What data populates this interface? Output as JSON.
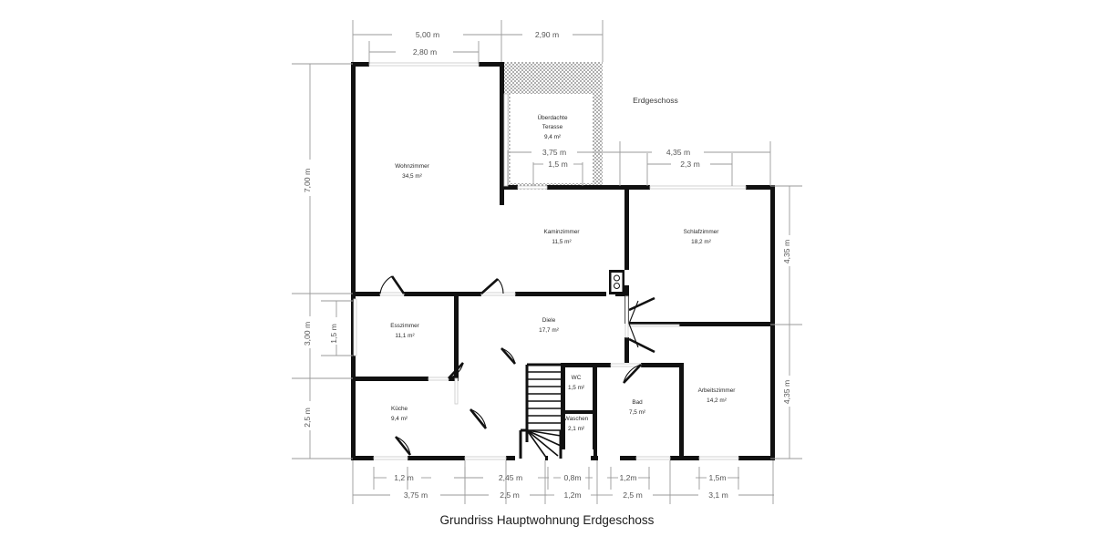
{
  "title": "Grundriss Hauptwohnung Erdgeschoss",
  "floor_label": "Erdgeschoss",
  "colors": {
    "wall": "#111111",
    "dimension_line": "#9a9a9a",
    "text": "#2a2a2a",
    "background": "#ffffff",
    "hatch": "#6e6e6e"
  },
  "rooms": [
    {
      "id": "wohnzimmer",
      "name": "Wohnzimmer",
      "area": "34,5  m²"
    },
    {
      "id": "terrasse",
      "name": "Überdachte Terasse",
      "area": "9,4  m²",
      "name_line1": "Überdachte",
      "name_line2": "Terasse"
    },
    {
      "id": "kaminzimmer",
      "name": "Kaminzimmer",
      "area": "11,5  m²"
    },
    {
      "id": "schlafzimmer",
      "name": "Schlafzimmer",
      "area": "18,2  m²"
    },
    {
      "id": "esszimmer",
      "name": "Esszimmer",
      "area": "11,1  m²"
    },
    {
      "id": "diele",
      "name": "Diele",
      "area": "17,7  m²"
    },
    {
      "id": "kueche",
      "name": "Küche",
      "area": "9,4  m²"
    },
    {
      "id": "wc",
      "name": "WC",
      "area": "1,5  m²"
    },
    {
      "id": "waschen",
      "name": "Waschen",
      "area": "2,1  m²"
    },
    {
      "id": "bad",
      "name": "Bad",
      "area": "7,5  m²"
    },
    {
      "id": "arbeitszimmer",
      "name": "Arbeitszimmer",
      "area": "14,2  m²"
    }
  ],
  "dimensions": {
    "top_outer": [
      {
        "id": "top-5-00",
        "label": "5,00 m"
      },
      {
        "id": "top-2-90",
        "label": "2,90 m"
      }
    ],
    "top_inner": [
      {
        "id": "top-2-80",
        "label": "2,80 m"
      }
    ],
    "mid_upper": [
      {
        "id": "mid-3-75",
        "label": "3,75 m"
      },
      {
        "id": "mid-4-35",
        "label": "4,35 m"
      }
    ],
    "mid_lower": [
      {
        "id": "mid-1-5",
        "label": "1,5 m"
      },
      {
        "id": "mid-2-3",
        "label": "2,3 m"
      }
    ],
    "left": [
      {
        "id": "left-7-00",
        "label": "7,00  m"
      },
      {
        "id": "left-3-00",
        "label": "3,00  m"
      },
      {
        "id": "left-1-5",
        "label": "1,5 m"
      },
      {
        "id": "left-2-5",
        "label": "2,5 m"
      }
    ],
    "right": [
      {
        "id": "right-4-35-top",
        "label": "4,35 m"
      },
      {
        "id": "right-4-35-bottom",
        "label": "4,35 m"
      }
    ],
    "bottom_inner": [
      {
        "id": "bot-1-2a",
        "label": "1,2 m"
      },
      {
        "id": "bot-2-45",
        "label": "2,45 m"
      },
      {
        "id": "bot-0-8",
        "label": "0,8m"
      },
      {
        "id": "bot-1-2b",
        "label": "1,2m"
      },
      {
        "id": "bot-1-5",
        "label": "1,5m"
      }
    ],
    "bottom_outer": [
      {
        "id": "bot-3-75",
        "label": "3,75 m"
      },
      {
        "id": "bot-2-5a",
        "label": "2,5 m"
      },
      {
        "id": "bot-1-2c",
        "label": "1,2m"
      },
      {
        "id": "bot-2-5b",
        "label": "2,5 m"
      },
      {
        "id": "bot-3-1",
        "label": "3,1 m"
      }
    ]
  }
}
